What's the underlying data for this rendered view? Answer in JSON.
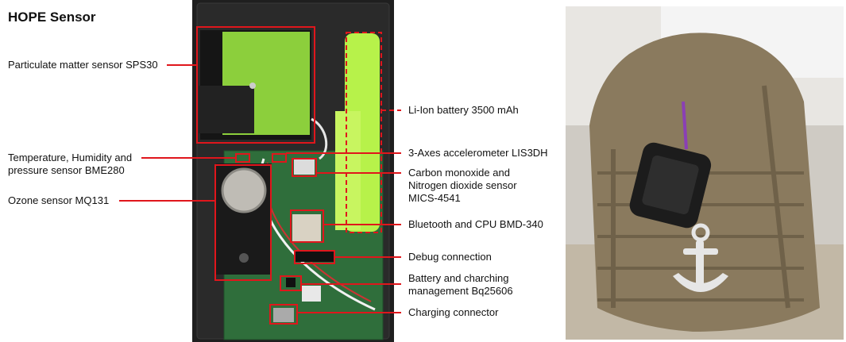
{
  "title": "HOPE Sensor",
  "accent_color": "#e0161c",
  "labels": {
    "pm_sensor": "Particulate matter sensor SPS30",
    "temp_line1": "Temperature, Humidity and",
    "temp_line2": "pressure sensor BME280",
    "ozone": "Ozone sensor MQ131",
    "battery": "Li-Ion battery 3500 mAh",
    "accelerometer": "3-Axes accelerometer LIS3DH",
    "co_line1": "Carbon monoxide and",
    "co_line2": "Nitrogen dioxide sensor",
    "co_line3": "MICS-4541",
    "bluetooth": "Bluetooth and CPU BMD-340",
    "debug": "Debug connection",
    "charge_mgmt_line1": "Battery and charching",
    "charge_mgmt_line2": "management Bq25606",
    "charging_connector": "Charging connector"
  }
}
